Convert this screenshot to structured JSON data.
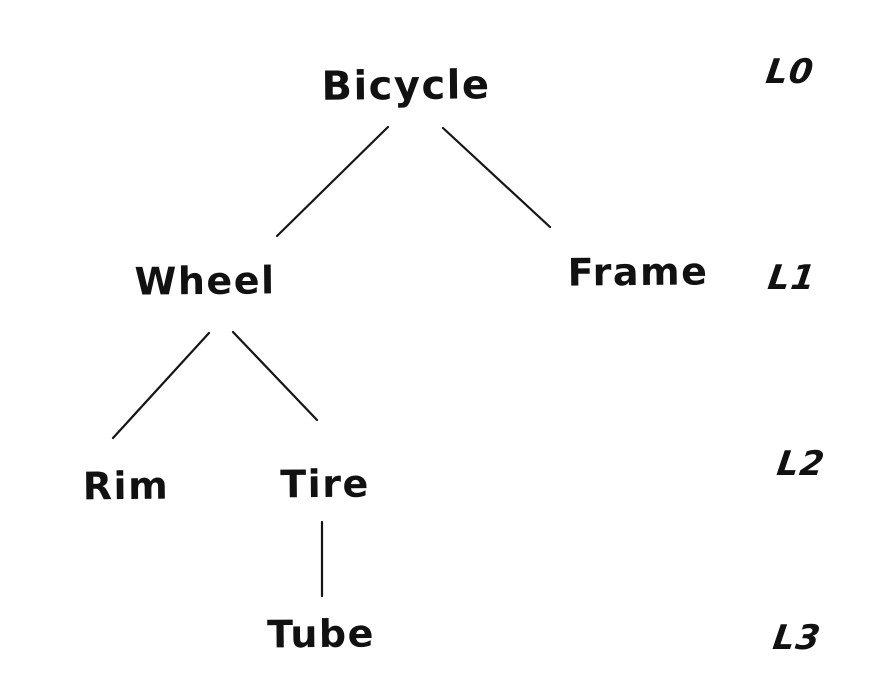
{
  "diagram": {
    "type": "tree",
    "background_color": "#ffffff",
    "ink_color": "#111111",
    "style": "hand-drawn",
    "nodes": [
      {
        "id": "bicycle",
        "label": "Bicycle",
        "level": 0,
        "parent": null
      },
      {
        "id": "wheel",
        "label": "Wheel",
        "level": 1,
        "parent": "Bicycle"
      },
      {
        "id": "frame",
        "label": "Frame",
        "level": 1,
        "parent": "Bicycle"
      },
      {
        "id": "rim",
        "label": "Rim",
        "level": 2,
        "parent": "Wheel"
      },
      {
        "id": "tire",
        "label": "Tire",
        "level": 2,
        "parent": "Wheel"
      },
      {
        "id": "tube",
        "label": "Tube",
        "level": 3,
        "parent": "Tire"
      }
    ],
    "edges": [
      {
        "from": "Bicycle",
        "to": "Wheel"
      },
      {
        "from": "Bicycle",
        "to": "Frame"
      },
      {
        "from": "Wheel",
        "to": "Rim"
      },
      {
        "from": "Wheel",
        "to": "Tire"
      },
      {
        "from": "Tire",
        "to": "Tube"
      }
    ],
    "levels": [
      {
        "label": "L0"
      },
      {
        "label": "L1"
      },
      {
        "label": "L2"
      },
      {
        "label": "L3"
      }
    ]
  }
}
